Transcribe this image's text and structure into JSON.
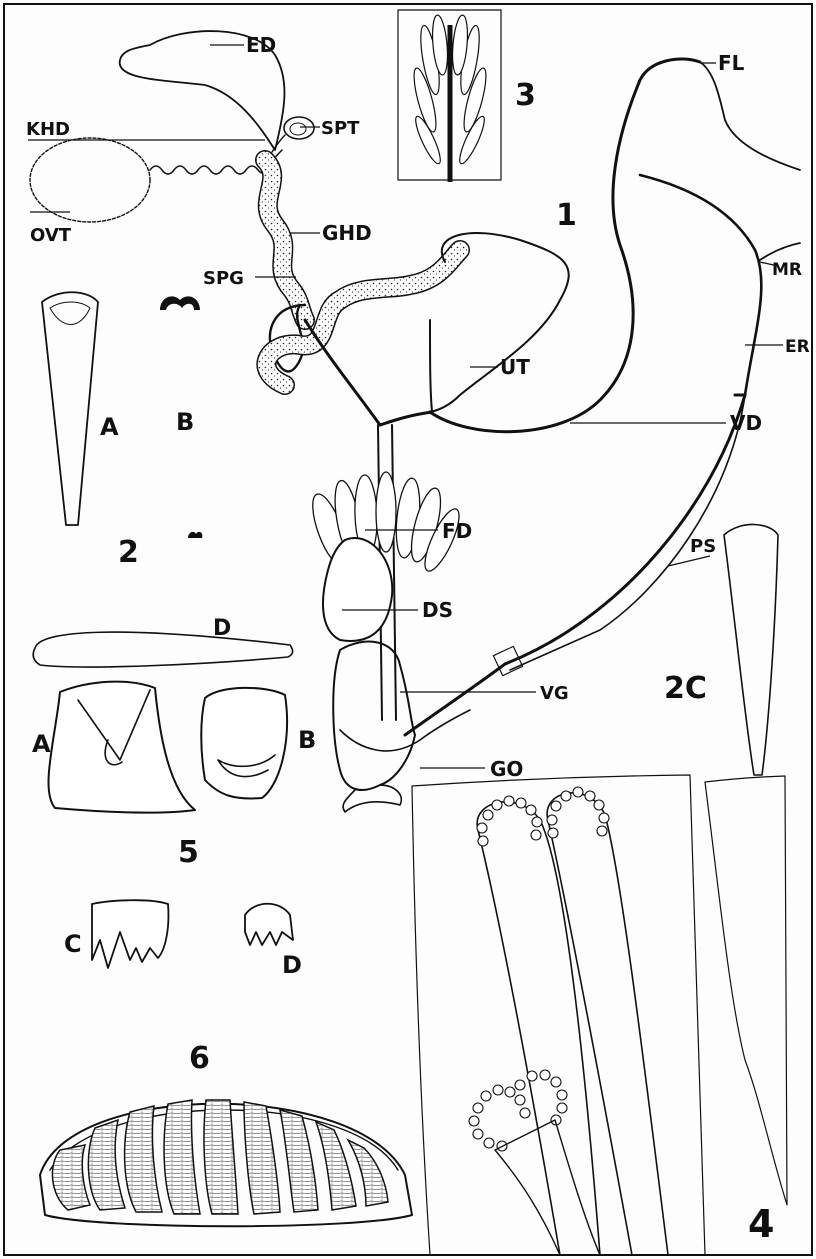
{
  "figures": {
    "fig1": {
      "number": "1",
      "labels": [
        "ED",
        "SPT",
        "KHD",
        "OVT",
        "GHD",
        "SPG",
        "UT",
        "FL",
        "MR",
        "ER",
        "VD",
        "FD",
        "PS",
        "DS",
        "VG",
        "GO"
      ]
    },
    "fig2": {
      "number": "2",
      "parts": [
        "A",
        "B",
        "D"
      ],
      "part_c": "2C"
    },
    "fig3": {
      "number": "3"
    },
    "fig4": {
      "number": "4"
    },
    "fig5": {
      "number": "5",
      "parts": [
        "A",
        "B",
        "C",
        "D"
      ]
    },
    "fig6": {
      "number": "6"
    }
  },
  "colors": {
    "ink": "#111111",
    "paper": "#fdfdfd"
  }
}
